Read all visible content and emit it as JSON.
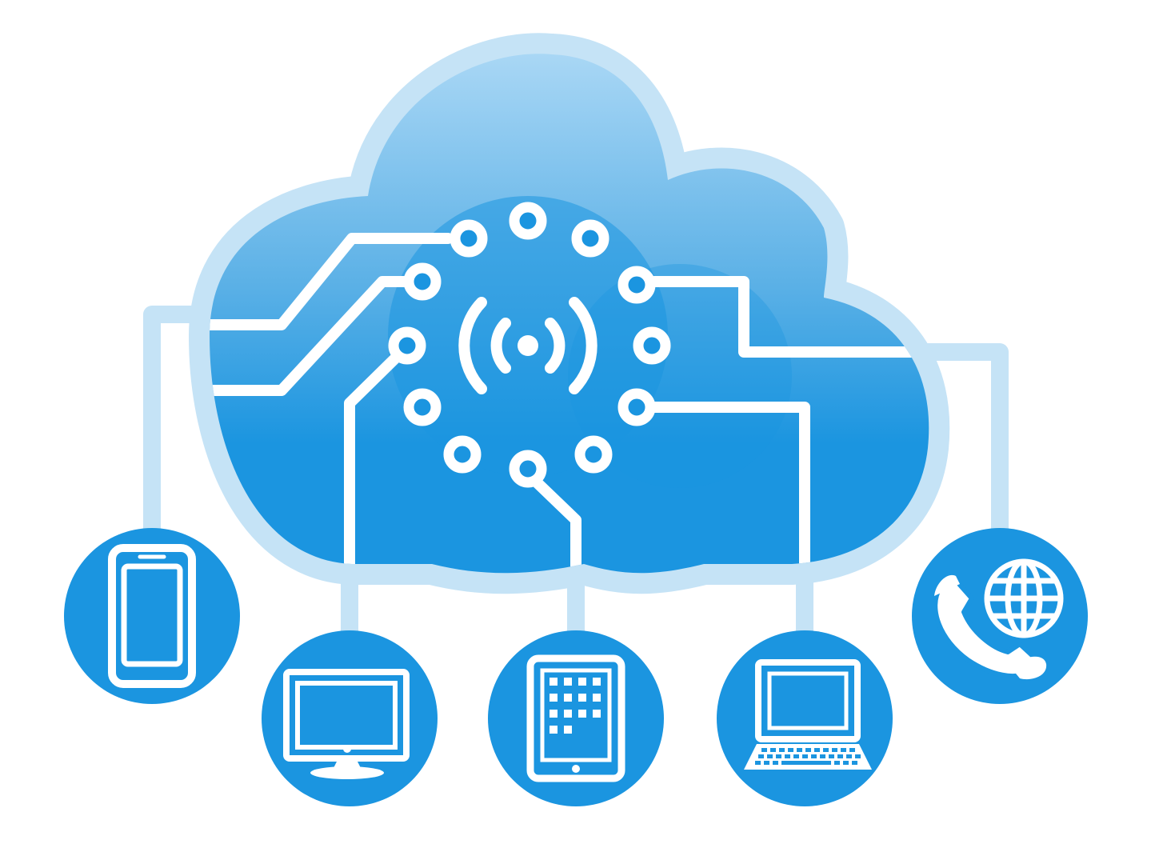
{
  "colors": {
    "background": "#ffffff",
    "accent": "#1b95e0",
    "cloud_outline": "#c5e3f6",
    "connector": "#c5e3f6",
    "cloud_gradient_top": "#a9d7f5",
    "cloud_gradient_bottom": "#1b95e0",
    "trace": "#ffffff"
  },
  "cloud": {
    "icon": "cloud-icon",
    "center_icon": "wireless-signal-icon",
    "pad_count": 12
  },
  "devices": [
    {
      "id": "smartphone",
      "icon": "smartphone-icon"
    },
    {
      "id": "desktop-monitor",
      "icon": "monitor-icon"
    },
    {
      "id": "tablet",
      "icon": "tablet-icon"
    },
    {
      "id": "laptop",
      "icon": "laptop-icon"
    },
    {
      "id": "internet-phone",
      "icon": "phone-globe-icon"
    }
  ]
}
